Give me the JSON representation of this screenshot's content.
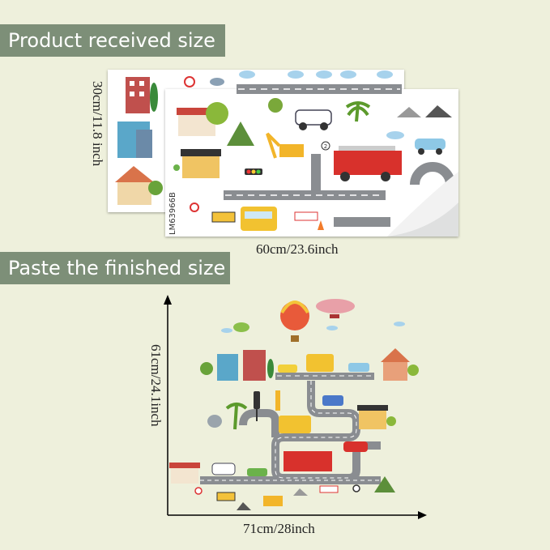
{
  "banners": {
    "received": "Product received size",
    "finished": "Paste the finished size"
  },
  "received": {
    "height_label": "30cm/11.8 inch",
    "width_label": "60cm/23.6inch",
    "sheet_code": "LM63966B",
    "road_number": "2"
  },
  "finished": {
    "height_label": "61cm/24.1inch",
    "width_label": "71cm/28inch"
  },
  "colors": {
    "background": "#eef0dc",
    "banner": "#7d8f78",
    "road": "#8a8d91",
    "fire_truck": "#d8312c",
    "bus": "#f2c230"
  },
  "icons": [
    "apartment-building",
    "house",
    "shop",
    "tree",
    "cloud",
    "hot-air-balloon",
    "blimp",
    "helicopter",
    "fire-truck",
    "school-bus",
    "police-car",
    "excavator",
    "traffic-light",
    "road-sign",
    "construction-barrier"
  ]
}
